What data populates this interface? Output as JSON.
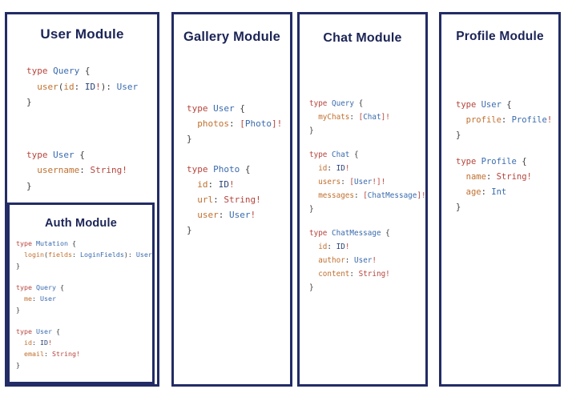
{
  "palette": {
    "border_navy": "#232c66",
    "title_navy": "#1b2456",
    "keyword_red": "#b5443c",
    "type_blue": "#3a6bad",
    "field_orange": "#c0702f",
    "punct_gray": "#3d3d3d",
    "id_scalar_navy": "#2a4378",
    "background": "#ffffff"
  },
  "modules": {
    "user": {
      "title": "User Module",
      "blocks": [
        [
          [
            [
              "kw",
              "type "
            ],
            [
              "typ",
              "Query"
            ],
            [
              "pun",
              " {"
            ]
          ],
          [
            [
              "pun",
              "  "
            ],
            [
              "fld",
              "user"
            ],
            [
              "pun",
              "("
            ],
            [
              "fld",
              "id"
            ],
            [
              "pun",
              ": "
            ],
            [
              "id",
              "ID"
            ],
            [
              "kw",
              "!"
            ],
            [
              "pun",
              "): "
            ],
            [
              "typ",
              "User"
            ]
          ],
          [
            [
              "pun",
              "}"
            ]
          ]
        ],
        [
          [
            [
              "kw",
              "type "
            ],
            [
              "typ",
              "User"
            ],
            [
              "pun",
              " {"
            ]
          ],
          [
            [
              "pun",
              "  "
            ],
            [
              "fld",
              "username"
            ],
            [
              "pun",
              ": "
            ],
            [
              "kw",
              "String!"
            ]
          ],
          [
            [
              "pun",
              "}"
            ]
          ]
        ]
      ]
    },
    "auth": {
      "title": "Auth Module",
      "blocks": [
        [
          [
            [
              "kw",
              "type "
            ],
            [
              "typ",
              "Mutation"
            ],
            [
              "pun",
              " {"
            ]
          ],
          [
            [
              "pun",
              "  "
            ],
            [
              "fld",
              "login"
            ],
            [
              "pun",
              "("
            ],
            [
              "fld",
              "fields"
            ],
            [
              "pun",
              ": "
            ],
            [
              "typ",
              "LoginFields"
            ],
            [
              "pun",
              "): "
            ],
            [
              "typ",
              "User"
            ]
          ],
          [
            [
              "pun",
              "}"
            ]
          ]
        ],
        [
          [
            [
              "kw",
              "type "
            ],
            [
              "typ",
              "Query"
            ],
            [
              "pun",
              " {"
            ]
          ],
          [
            [
              "pun",
              "  "
            ],
            [
              "fld",
              "me"
            ],
            [
              "pun",
              ": "
            ],
            [
              "typ",
              "User"
            ]
          ],
          [
            [
              "pun",
              "}"
            ]
          ]
        ],
        [
          [
            [
              "kw",
              "type "
            ],
            [
              "typ",
              "User"
            ],
            [
              "pun",
              " {"
            ]
          ],
          [
            [
              "pun",
              "  "
            ],
            [
              "fld",
              "id"
            ],
            [
              "pun",
              ": "
            ],
            [
              "id",
              "ID"
            ],
            [
              "kw",
              "!"
            ]
          ],
          [
            [
              "pun",
              "  "
            ],
            [
              "fld",
              "email"
            ],
            [
              "pun",
              ": "
            ],
            [
              "kw",
              "String!"
            ]
          ],
          [
            [
              "pun",
              "}"
            ]
          ]
        ]
      ]
    },
    "gallery": {
      "title": "Gallery Module",
      "blocks": [
        [
          [
            [
              "kw",
              "type "
            ],
            [
              "typ",
              "User"
            ],
            [
              "pun",
              " {"
            ]
          ],
          [
            [
              "pun",
              "  "
            ],
            [
              "fld",
              "photos"
            ],
            [
              "pun",
              ": "
            ],
            [
              "kw",
              "["
            ],
            [
              "typ",
              "Photo"
            ],
            [
              "kw",
              "]!"
            ]
          ],
          [
            [
              "pun",
              "}"
            ]
          ]
        ],
        [
          [
            [
              "kw",
              "type "
            ],
            [
              "typ",
              "Photo"
            ],
            [
              "pun",
              " {"
            ]
          ],
          [
            [
              "pun",
              "  "
            ],
            [
              "fld",
              "id"
            ],
            [
              "pun",
              ": "
            ],
            [
              "id",
              "ID"
            ],
            [
              "kw",
              "!"
            ]
          ],
          [
            [
              "pun",
              "  "
            ],
            [
              "fld",
              "url"
            ],
            [
              "pun",
              ": "
            ],
            [
              "kw",
              "String!"
            ]
          ],
          [
            [
              "pun",
              "  "
            ],
            [
              "fld",
              "user"
            ],
            [
              "pun",
              ": "
            ],
            [
              "typ",
              "User"
            ],
            [
              "kw",
              "!"
            ]
          ],
          [
            [
              "pun",
              "}"
            ]
          ]
        ]
      ]
    },
    "chat": {
      "title": "Chat Module",
      "blocks": [
        [
          [
            [
              "kw",
              "type "
            ],
            [
              "typ",
              "Query"
            ],
            [
              "pun",
              " {"
            ]
          ],
          [
            [
              "pun",
              "  "
            ],
            [
              "fld",
              "myChats"
            ],
            [
              "pun",
              ": "
            ],
            [
              "kw",
              "["
            ],
            [
              "typ",
              "Chat"
            ],
            [
              "kw",
              "]!"
            ]
          ],
          [
            [
              "pun",
              "}"
            ]
          ]
        ],
        [
          [
            [
              "kw",
              "type "
            ],
            [
              "typ",
              "Chat"
            ],
            [
              "pun",
              " {"
            ]
          ],
          [
            [
              "pun",
              "  "
            ],
            [
              "fld",
              "id"
            ],
            [
              "pun",
              ": "
            ],
            [
              "id",
              "ID"
            ],
            [
              "kw",
              "!"
            ]
          ],
          [
            [
              "pun",
              "  "
            ],
            [
              "fld",
              "users"
            ],
            [
              "pun",
              ": "
            ],
            [
              "kw",
              "["
            ],
            [
              "typ",
              "User"
            ],
            [
              "kw",
              "!]!"
            ]
          ],
          [
            [
              "pun",
              "  "
            ],
            [
              "fld",
              "messages"
            ],
            [
              "pun",
              ": "
            ],
            [
              "kw",
              "["
            ],
            [
              "typ",
              "ChatMessage"
            ],
            [
              "kw",
              "]!"
            ]
          ],
          [
            [
              "pun",
              "}"
            ]
          ]
        ],
        [
          [
            [
              "kw",
              "type "
            ],
            [
              "typ",
              "ChatMessage"
            ],
            [
              "pun",
              " {"
            ]
          ],
          [
            [
              "pun",
              "  "
            ],
            [
              "fld",
              "id"
            ],
            [
              "pun",
              ": "
            ],
            [
              "id",
              "ID"
            ],
            [
              "kw",
              "!"
            ]
          ],
          [
            [
              "pun",
              "  "
            ],
            [
              "fld",
              "author"
            ],
            [
              "pun",
              ": "
            ],
            [
              "typ",
              "User"
            ],
            [
              "kw",
              "!"
            ]
          ],
          [
            [
              "pun",
              "  "
            ],
            [
              "fld",
              "content"
            ],
            [
              "pun",
              ": "
            ],
            [
              "kw",
              "String!"
            ]
          ],
          [
            [
              "pun",
              "}"
            ]
          ]
        ]
      ]
    },
    "profile": {
      "title": "Profile Module",
      "blocks": [
        [
          [
            [
              "kw",
              "type "
            ],
            [
              "typ",
              "User"
            ],
            [
              "pun",
              " {"
            ]
          ],
          [
            [
              "pun",
              "  "
            ],
            [
              "fld",
              "profile"
            ],
            [
              "pun",
              ": "
            ],
            [
              "typ",
              "Profile"
            ],
            [
              "kw",
              "!"
            ]
          ],
          [
            [
              "pun",
              "}"
            ]
          ]
        ],
        [
          [
            [
              "kw",
              "type "
            ],
            [
              "typ",
              "Profile"
            ],
            [
              "pun",
              " {"
            ]
          ],
          [
            [
              "pun",
              "  "
            ],
            [
              "fld",
              "name"
            ],
            [
              "pun",
              ": "
            ],
            [
              "kw",
              "String!"
            ]
          ],
          [
            [
              "pun",
              "  "
            ],
            [
              "fld",
              "age"
            ],
            [
              "pun",
              ": "
            ],
            [
              "typ",
              "Int"
            ]
          ],
          [
            [
              "pun",
              "}"
            ]
          ]
        ]
      ]
    }
  }
}
